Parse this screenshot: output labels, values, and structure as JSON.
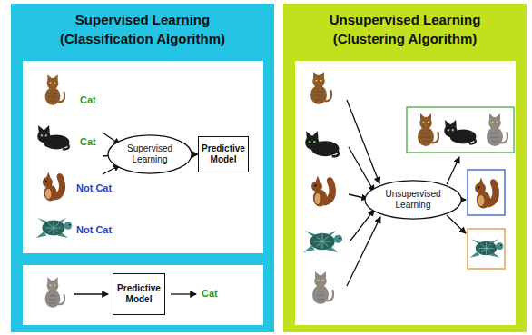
{
  "diagram": {
    "nodes": [
      {
        "text": [
          "Supervised Learning (Classification Algorithm)"
        ]
      },
      {
        "text": [
          "Supervised Learning"
        ],
        "in": 0
      },
      {
        "text": [
          "Predictive Model"
        ],
        "in": 0
      },
      {
        "text": [
          "Predictive Model"
        ],
        "in": 0
      },
      {
        "text": [
          "Unsupervised Learning (Clustering Algorithm)"
        ]
      },
      {
        "text": [
          "Unsupervised Learning"
        ],
        "in": 4
      }
    ],
    "edges": [
      {
        "from": 1,
        "to": 2,
        "arrow": "to"
      }
    ],
    "labels": [
      "Cat",
      "Cat",
      "Not Cat",
      "Not Cat",
      "Cat"
    ]
  }
}
